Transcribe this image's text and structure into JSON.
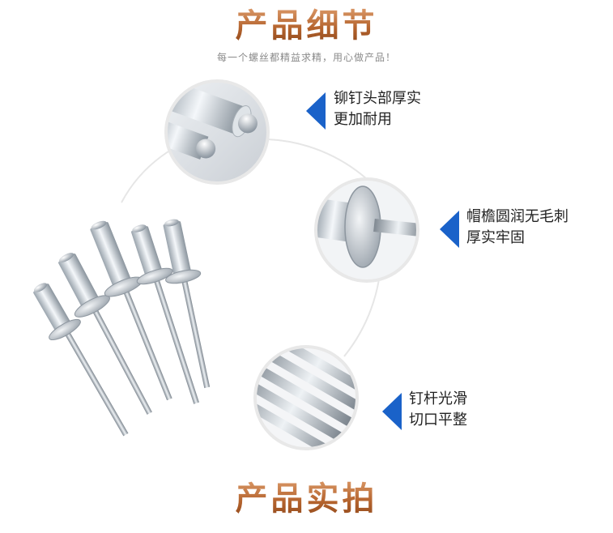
{
  "header": {
    "title": "产品细节",
    "subtitle": "每一个螺丝都精益求精，用心做产品！"
  },
  "features": [
    {
      "line1": "铆钉头部厚实",
      "line2": "更加耐用"
    },
    {
      "line1": "帽檐圆润无毛刺",
      "line2": "厚实牢固"
    },
    {
      "line1": "钉杆光滑",
      "line2": "切口平整"
    }
  ],
  "footer": {
    "title": "产品实拍"
  },
  "colors": {
    "title_gradient": [
      "#e0a070",
      "#8a4418"
    ],
    "marker": "#1a62c9",
    "subtitle": "#8a8a8a",
    "text": "#222222"
  }
}
